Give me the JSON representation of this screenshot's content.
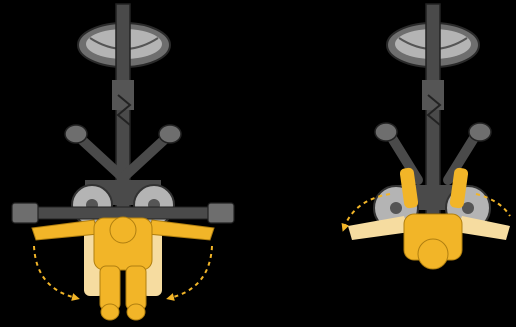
{
  "colors": {
    "background": "#000000",
    "machine_dark": "#4a4a4a",
    "machine_mid": "#6e6e6e",
    "machine_light": "#b4b4b4",
    "figure_yellow": "#f2b528",
    "figure_pale": "#f6dca0",
    "motion_arrow": "#f2b528"
  },
  "panels": [
    {
      "view": "top-down",
      "pose": "arms-extended-outward",
      "motion": "arms-sweep-down-and-in"
    },
    {
      "view": "top-down",
      "pose": "arms-raised-diagonal",
      "motion": "arms-sweep-outward"
    }
  ]
}
